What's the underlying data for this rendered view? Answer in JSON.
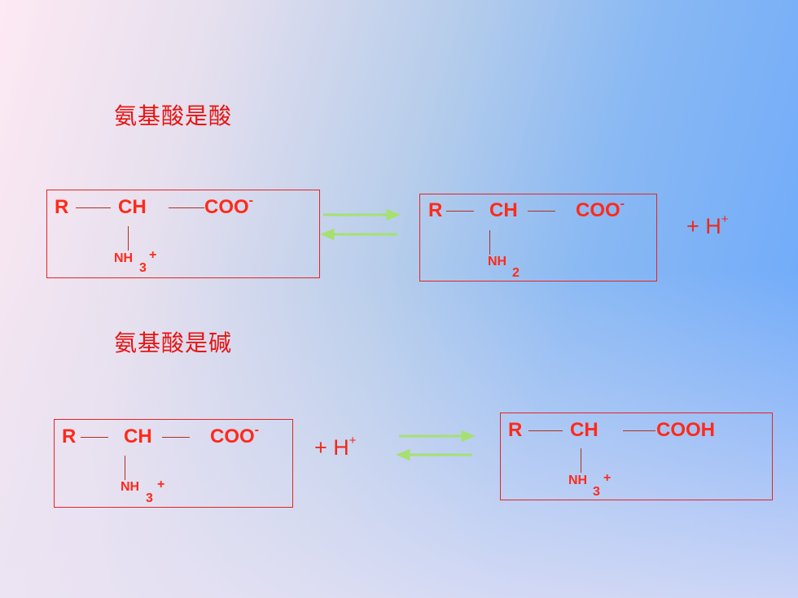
{
  "headings": {
    "acid": "氨基酸是酸",
    "base": "氨基酸是碱"
  },
  "labels": {
    "r": "R",
    "ch": "CH",
    "coo": "COO",
    "coo_charge": "-",
    "cooh": "COOH",
    "nh": "NH",
    "sub3": "3",
    "sub2": "2",
    "plus": "+",
    "hplus_h": "+ H",
    "hplus_charge": "+"
  },
  "colors": {
    "text": "#ff2a1a",
    "box_border": "#e52421",
    "arrow": "#9ee36a"
  }
}
